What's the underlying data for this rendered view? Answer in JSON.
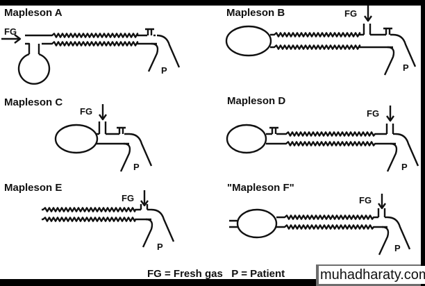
{
  "panels": [
    {
      "title": "Mapleson A",
      "fg": "FG",
      "p": "P"
    },
    {
      "title": "Mapleson B",
      "fg": "FG",
      "p": "P"
    },
    {
      "title": "Mapleson C",
      "fg": "FG",
      "p": "P"
    },
    {
      "title": "Mapleson D",
      "fg": "FG",
      "p": "P"
    },
    {
      "title": "Mapleson E",
      "fg": "FG",
      "p": "P"
    },
    {
      "title": "\"Mapleson F\"",
      "fg": "FG",
      "p": "P"
    }
  ],
  "legend": "FG = Fresh gas   P = Patient",
  "watermark": "muhadharaty.com"
}
